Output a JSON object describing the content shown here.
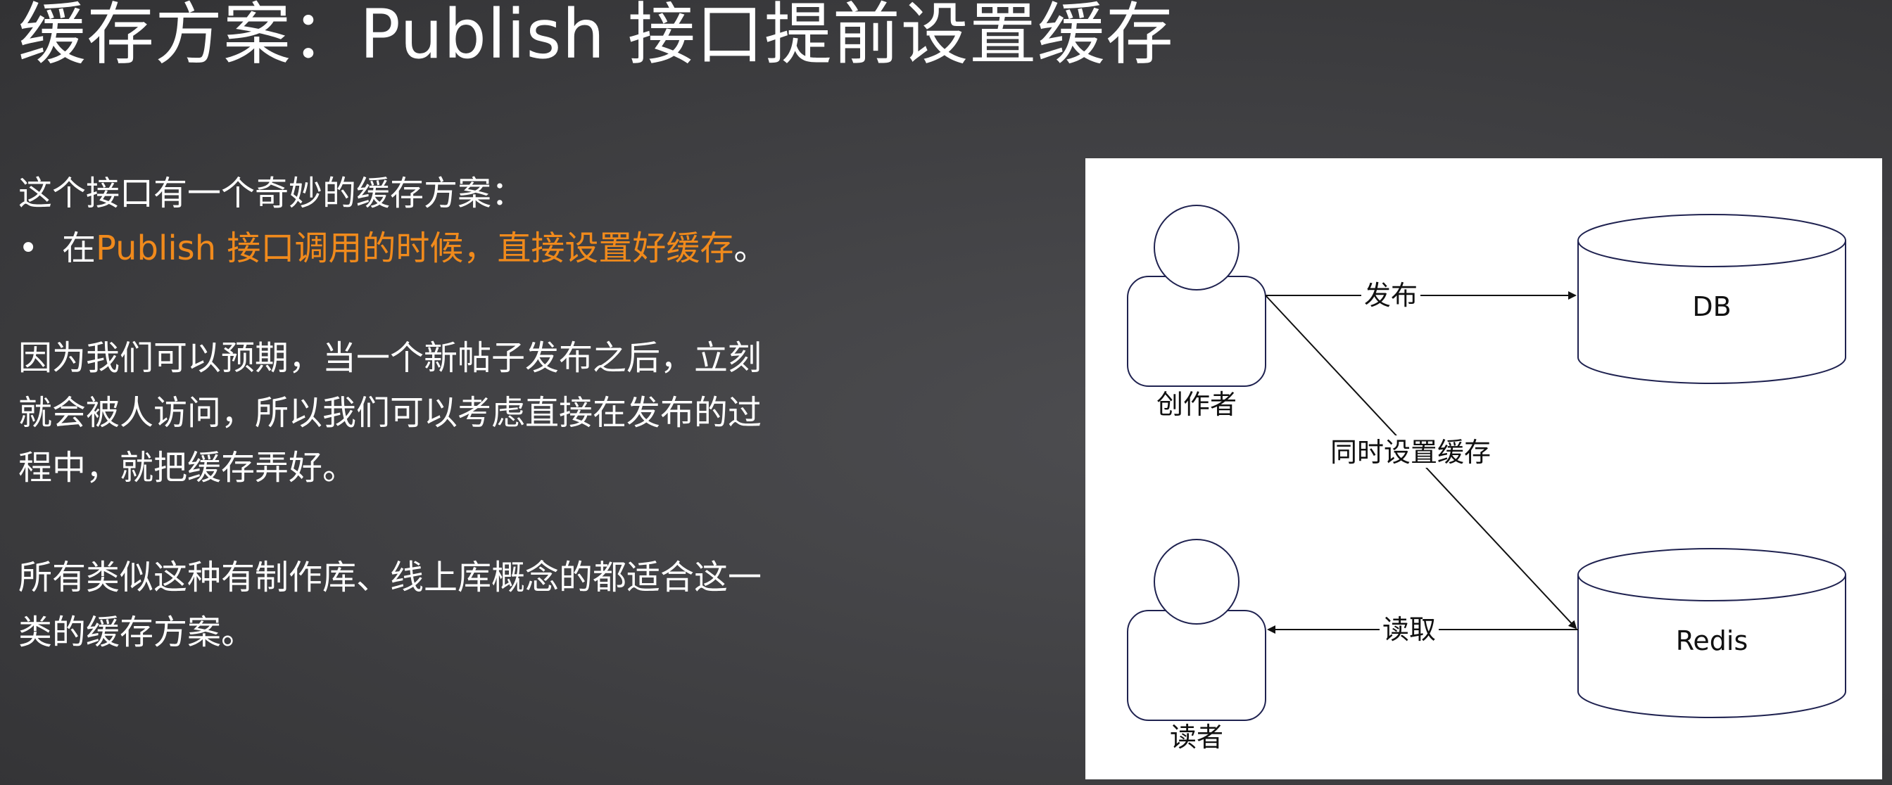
{
  "slide": {
    "title": "缓存方案：Publish 接口提前设置缓存"
  },
  "body": {
    "intro": "这个接口有一个奇妙的缓存方案：",
    "bullet": {
      "marker": "•",
      "prefix": "在 ",
      "highlight": "Publish 接口调用的时候，直接设置好缓存",
      "suffix": "。"
    },
    "para2_lines": [
      "因为我们可以预期，当一个新帖子发布之后，立刻",
      "就会被人访问，所以我们可以考虑直接在发布的过",
      "程中，就把缓存弄好。"
    ],
    "para3_lines": [
      "所有类似这种有制作库、线上库概念的都适合这一",
      "类的缓存方案。"
    ]
  },
  "diagram": {
    "actors": {
      "author": "创作者",
      "reader": "读者"
    },
    "stores": {
      "db": "DB",
      "redis": "Redis"
    },
    "edges": {
      "publish": "发布",
      "set_cache": "同时设置缓存",
      "read": "读取"
    }
  },
  "colors": {
    "highlight": "#f08a1c",
    "background": "#3f3f42",
    "diagram_stroke": "#1f2250",
    "diagram_bg": "#ffffff"
  }
}
